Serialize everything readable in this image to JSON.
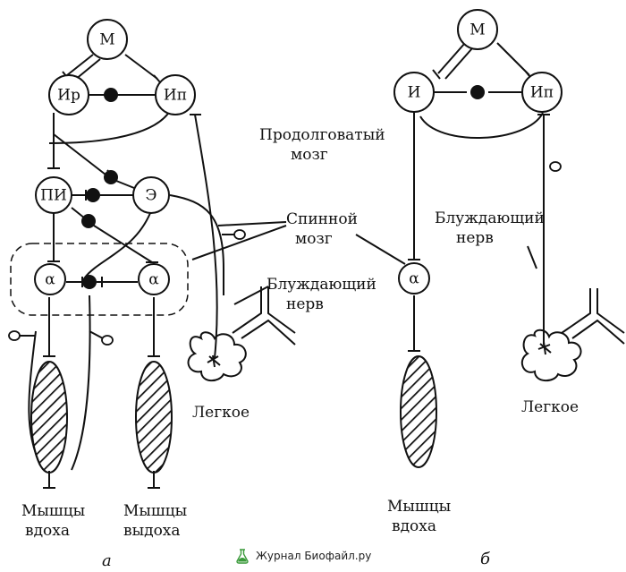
{
  "panel_a": {
    "nodes": {
      "m": "М",
      "ir": "Ир",
      "ip": "Ип",
      "pi": "ПИ",
      "e": "Э",
      "alpha_left": "α",
      "alpha_right": "α"
    },
    "labels": {
      "medulla_line1": "Продолговатый",
      "medulla_line2": "мозг",
      "spinal_line1": "Спинной",
      "spinal_line2": "мозг",
      "vagus_line1": "Блуждающий",
      "vagus_line2": "нерв",
      "lung": "Легкое",
      "inspir_line1": "Мышцы",
      "inspir_line2": "вдоха",
      "expir_line1": "Мышцы",
      "expir_line2": "выдоха"
    },
    "sub_label": "а"
  },
  "panel_b": {
    "nodes": {
      "m": "М",
      "i": "И",
      "ip": "Ип",
      "alpha": "α"
    },
    "labels": {
      "vagus_line1": "Блуждающий",
      "vagus_line2": "нерв",
      "lung": "Легкое",
      "muscle_line1": "Мышцы",
      "muscle_line2": "вдоха"
    },
    "sub_label": "б"
  },
  "watermark": {
    "text": "Журнал Биофайл.ру",
    "icon": "flask-leaf-icon",
    "color": "#3a9a3a"
  }
}
